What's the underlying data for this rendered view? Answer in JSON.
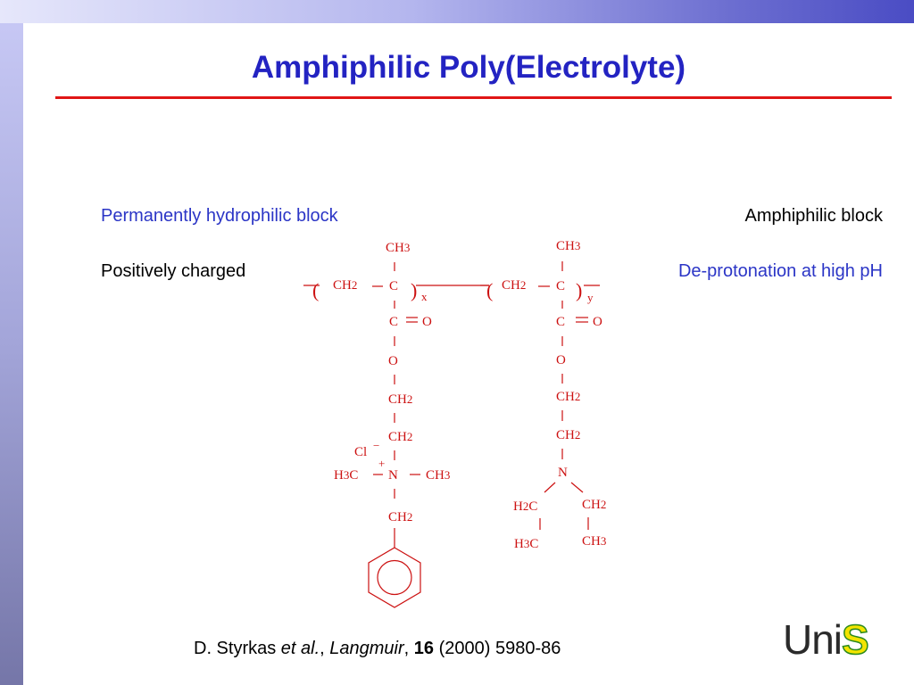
{
  "title": "Amphiphilic Poly(Electrolyte)",
  "labels": {
    "hydrophilic_block": "Permanently hydrophilic block",
    "positively_charged": "Positively charged",
    "amphiphilic_block": "Amphiphilic block",
    "deprotonation": "De-protonation at high pH"
  },
  "structure": {
    "left_unit": {
      "top_methyl": "CH3",
      "backbone_ch2": "CH2",
      "backbone_c": "C",
      "subscript": "x",
      "carbonyl_c": "C",
      "carbonyl_o": "O",
      "ester_o": "O",
      "ch2_a": "CH2",
      "ch2_b": "CH2",
      "chloride": "Cl",
      "chloride_charge": "−",
      "nitrogen_charge": "+",
      "nitrogen": "N",
      "n_methyl_left": "H3C",
      "n_methyl_right": "CH3",
      "benzyl_ch2": "CH2"
    },
    "right_unit": {
      "top_methyl": "CH3",
      "backbone_ch2": "CH2",
      "backbone_c": "C",
      "subscript": "y",
      "carbonyl_c": "C",
      "carbonyl_o": "O",
      "ester_o": "O",
      "ch2_a": "CH2",
      "ch2_b": "CH2",
      "nitrogen": "N",
      "ethyl_left_ch2": "H2C",
      "ethyl_left_ch3": "H3C",
      "ethyl_right_ch2": "CH2",
      "ethyl_right_ch3": "CH3"
    },
    "color": "#cc1111"
  },
  "citation": {
    "authors": "D. Styrkas ",
    "et_al": "et al.",
    "sep1": ", ",
    "journal": "Langmuir",
    "sep2": ", ",
    "volume": "16",
    "rest": " (2000) 5980-86"
  },
  "logo": {
    "text": "Uni",
    "accent": "S"
  },
  "colors": {
    "title": "#2323c2",
    "rule": "#e01616",
    "blue_text": "#2b35c6"
  }
}
